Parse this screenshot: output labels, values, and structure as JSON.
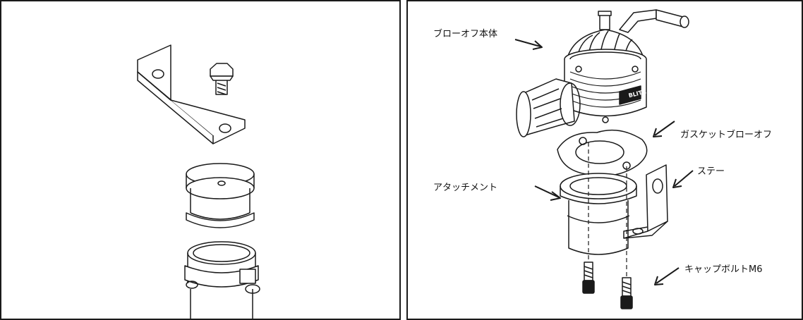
{
  "labels": {
    "blowoff_body": "ブローオフ本体",
    "gasket": "ガスケットブローオフ",
    "stay": "ステー",
    "attachment": "アタッチメント",
    "cap_bolt": "キャップボルトM6"
  },
  "brand_mark": "BLITZ",
  "colors": {
    "line": "#1a1a1a",
    "background": "#ffffff"
  }
}
